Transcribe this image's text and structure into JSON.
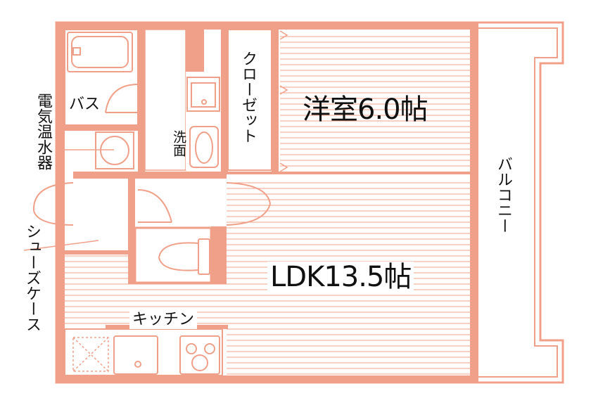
{
  "colors": {
    "wall": "#f0a088",
    "line": "#f0a088",
    "text": "#111111",
    "background": "#ffffff"
  },
  "rooms": {
    "western_room": "洋室6.0帖",
    "ldk": "LDK13.5帖",
    "bath": "バス",
    "closet": "クローゼット",
    "washbasin": "洗面",
    "balcony": "バルコニー",
    "kitchen": "キッチン"
  },
  "callouts": {
    "water_heater": "電気温水器",
    "shoe_case": "シューズケース"
  },
  "icons": [
    "bathtub-icon",
    "sink-icon",
    "washbasin-icon",
    "water-heater-icon",
    "toilet-icon",
    "kitchen-sink-icon",
    "stove-icon",
    "refrigerator-space-icon"
  ]
}
